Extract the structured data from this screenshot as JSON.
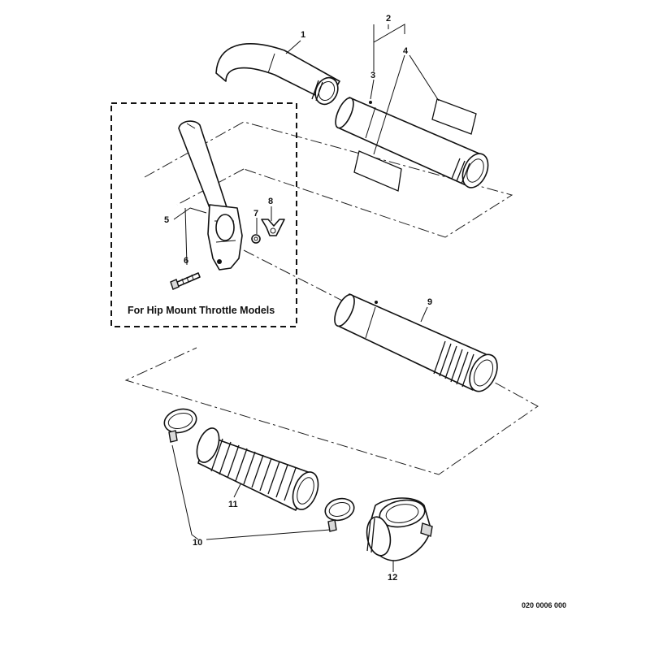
{
  "callouts": {
    "c1": "1",
    "c2": "2",
    "c3": "3",
    "c4": "4",
    "c5": "5",
    "c6": "6",
    "c7": "7",
    "c8": "8",
    "c9": "9",
    "c10": "10",
    "c11": "11",
    "c12": "12"
  },
  "hip_mount_caption": "For Hip Mount Throttle Models",
  "drawing_number": "020 0006 000"
}
